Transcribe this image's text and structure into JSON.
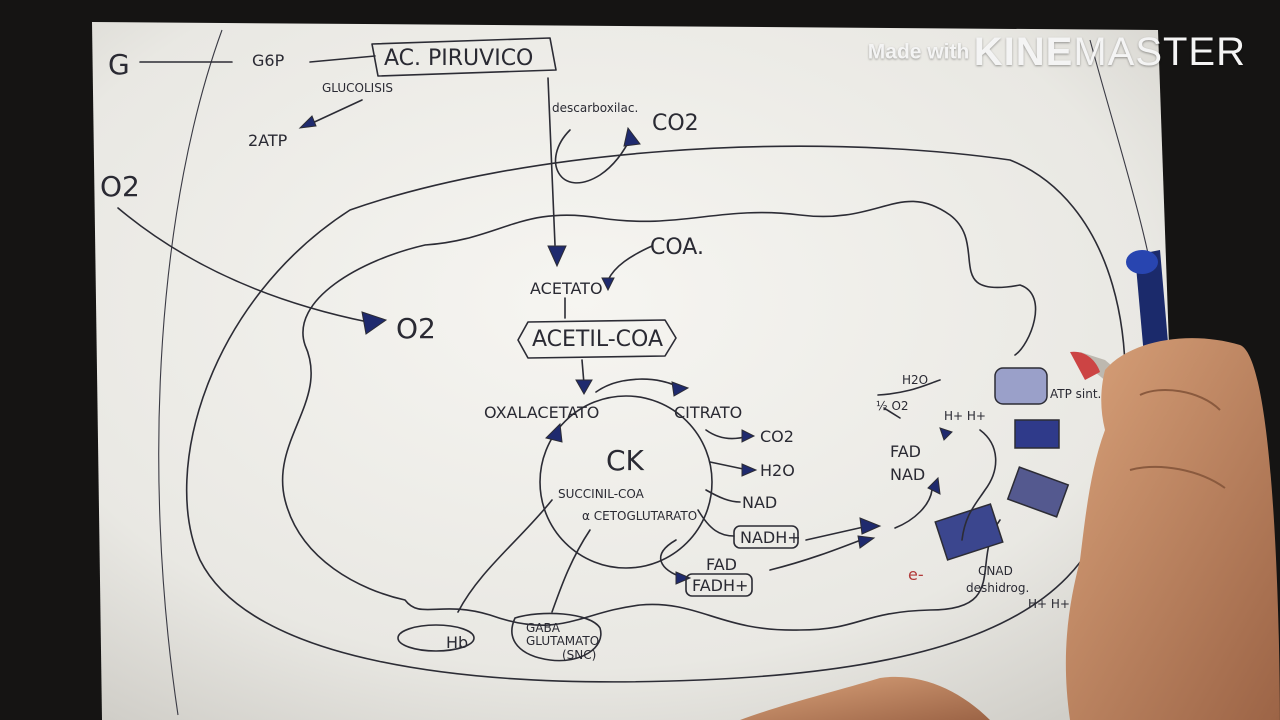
{
  "watermark": {
    "prefix": "Made with",
    "brand_bold": "KINE",
    "brand_regular": "MASTER"
  },
  "diagram": {
    "labels": {
      "glucose": "G",
      "g6p": "G6P",
      "piruvico": "AC. PIRUVICO",
      "glucolisis": "GLUCOLISIS",
      "atp": "2ATP",
      "descarboxilacion": "descarboxilac.",
      "co2_top": "CO2",
      "o2_outside": "O2",
      "o2_inside": "O2",
      "coa": "COA.",
      "acetato": "ACETATO",
      "acetil_coa": "ACETIL-COA",
      "oxalacetato": "OXALACETATO",
      "citrato": "CITRATO",
      "ck": "CK",
      "co2_cycle": "CO2",
      "h2o_cycle": "H2O",
      "nad": "NAD",
      "nadh": "NADH+",
      "fad": "FAD",
      "fadh": "FADH+",
      "succinil": "SUCCINIL-COA",
      "cetoglutarato": "α CETOGLUTARATO",
      "hb": "Hb",
      "gaba_1": "GABA",
      "gaba_2": "GLUTAMATO",
      "gaba_3": "(SNC)",
      "h2o_chain": "H2O",
      "half_o2": "½ O2",
      "h_ions": "H+ H+",
      "fad_right": "FAD",
      "nad_right": "NAD",
      "atp_sint": "ATP sint.",
      "e_label": "e-",
      "h_bottom": "H+ H+",
      "cnad": "CNAD",
      "deshidrog": "deshidrog."
    }
  }
}
